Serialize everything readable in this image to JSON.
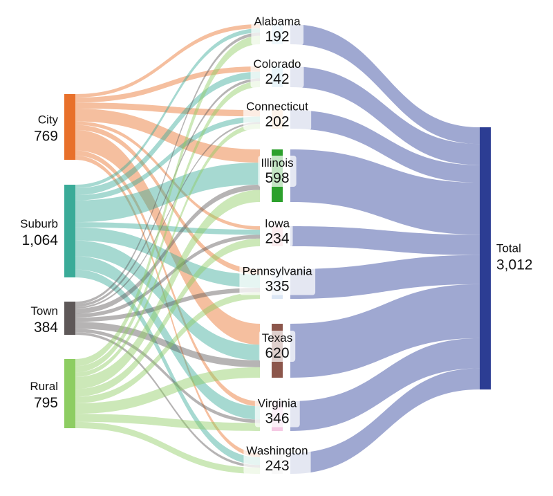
{
  "chart_data": {
    "type": "sankey",
    "title": "",
    "sources": [
      {
        "name": "City",
        "value": "769",
        "total": 769,
        "color": "#e8702a"
      },
      {
        "name": "Suburb",
        "value": "1,064",
        "total": 1064,
        "color": "#3aab98"
      },
      {
        "name": "Town",
        "value": "384",
        "total": 384,
        "color": "#5e5858"
      },
      {
        "name": "Rural",
        "value": "795",
        "total": 795,
        "color": "#8dcd62"
      }
    ],
    "states": [
      {
        "name": "Alabama",
        "value": "192",
        "total": 192,
        "color": "#c9e6f3"
      },
      {
        "name": "Colorado",
        "value": "242",
        "total": 242,
        "color": "#b5d9ee"
      },
      {
        "name": "Connecticut",
        "value": "202",
        "total": 202,
        "color": "#f8d2b4"
      },
      {
        "name": "Illinois",
        "value": "598",
        "total": 598,
        "color": "#2ca02c"
      },
      {
        "name": "Iowa",
        "value": "234",
        "total": 234,
        "color": "#f3c0c9"
      },
      {
        "name": "Pennsylvania",
        "value": "335",
        "total": 335,
        "color": "#dbe6f4"
      },
      {
        "name": "Texas",
        "value": "620",
        "total": 620,
        "color": "#8c564b"
      },
      {
        "name": "Virginia",
        "value": "346",
        "total": 346,
        "color": "#f5c9e4"
      },
      {
        "name": "Washington",
        "value": "243",
        "total": 243,
        "color": "#e6e6e6"
      }
    ],
    "total": {
      "name": "Total",
      "value": "3,012",
      "total": 3012,
      "color": "#2c3d93"
    },
    "total_link_color": "#7f8bc2",
    "flows": [
      {
        "source": "City",
        "target": "Alabama",
        "value": 40
      },
      {
        "source": "City",
        "target": "Colorado",
        "value": 60
      },
      {
        "source": "City",
        "target": "Connecticut",
        "value": 70
      },
      {
        "source": "City",
        "target": "Illinois",
        "value": 150
      },
      {
        "source": "City",
        "target": "Iowa",
        "value": 40
      },
      {
        "source": "City",
        "target": "Pennsylvania",
        "value": 60
      },
      {
        "source": "City",
        "target": "Texas",
        "value": 240
      },
      {
        "source": "City",
        "target": "Virginia",
        "value": 59
      },
      {
        "source": "City",
        "target": "Washington",
        "value": 50
      },
      {
        "source": "Suburb",
        "target": "Alabama",
        "value": 40
      },
      {
        "source": "Suburb",
        "target": "Colorado",
        "value": 80
      },
      {
        "source": "Suburb",
        "target": "Connecticut",
        "value": 60
      },
      {
        "source": "Suburb",
        "target": "Illinois",
        "value": 250
      },
      {
        "source": "Suburb",
        "target": "Iowa",
        "value": 60
      },
      {
        "source": "Suburb",
        "target": "Pennsylvania",
        "value": 150
      },
      {
        "source": "Suburb",
        "target": "Texas",
        "value": 180
      },
      {
        "source": "Suburb",
        "target": "Virginia",
        "value": 154
      },
      {
        "source": "Suburb",
        "target": "Washington",
        "value": 90
      },
      {
        "source": "Town",
        "target": "Alabama",
        "value": 30
      },
      {
        "source": "Town",
        "target": "Colorado",
        "value": 30
      },
      {
        "source": "Town",
        "target": "Connecticut",
        "value": 20
      },
      {
        "source": "Town",
        "target": "Illinois",
        "value": 60
      },
      {
        "source": "Town",
        "target": "Iowa",
        "value": 44
      },
      {
        "source": "Town",
        "target": "Pennsylvania",
        "value": 50
      },
      {
        "source": "Town",
        "target": "Texas",
        "value": 80
      },
      {
        "source": "Town",
        "target": "Virginia",
        "value": 40
      },
      {
        "source": "Town",
        "target": "Washington",
        "value": 30
      },
      {
        "source": "Rural",
        "target": "Alabama",
        "value": 82
      },
      {
        "source": "Rural",
        "target": "Colorado",
        "value": 72
      },
      {
        "source": "Rural",
        "target": "Connecticut",
        "value": 52
      },
      {
        "source": "Rural",
        "target": "Illinois",
        "value": 138
      },
      {
        "source": "Rural",
        "target": "Iowa",
        "value": 90
      },
      {
        "source": "Rural",
        "target": "Pennsylvania",
        "value": 75
      },
      {
        "source": "Rural",
        "target": "Texas",
        "value": 120
      },
      {
        "source": "Rural",
        "target": "Virginia",
        "value": 93
      },
      {
        "source": "Rural",
        "target": "Washington",
        "value": 73
      }
    ]
  }
}
